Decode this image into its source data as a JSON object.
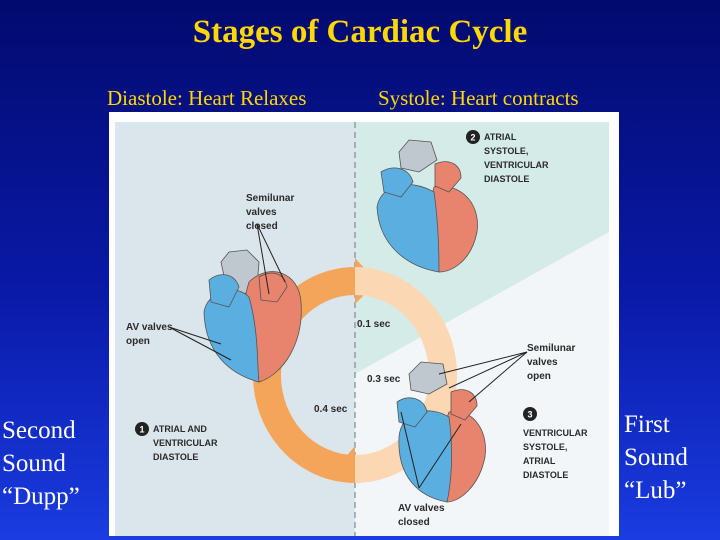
{
  "title": "Stages of Cardiac Cycle",
  "diastole_heading": "Diastole: Heart Relaxes",
  "systole_heading": "Systole: Heart contracts",
  "left_side": [
    "Second",
    "Sound",
    "“Dupp”"
  ],
  "right_side": [
    "First",
    "Sound",
    "“Lub”"
  ],
  "diagram": {
    "stage1": {
      "number": "1",
      "lines": [
        "ATRIAL AND",
        "VENTRICULAR",
        "DIASTOLE"
      ]
    },
    "stage2": {
      "number": "2",
      "lines": [
        "ATRIAL",
        "SYSTOLE,",
        "VENTRICULAR",
        "DIASTOLE"
      ]
    },
    "stage3": {
      "number": "3",
      "lines": [
        "VENTRICULAR",
        "SYSTOLE,",
        "ATRIAL",
        "DIASTOLE"
      ]
    },
    "semilunar_closed": [
      "Semilunar",
      "valves",
      "closed"
    ],
    "semilunar_open": [
      "Semilunar",
      "valves",
      "open"
    ],
    "av_open": [
      "AV valves",
      "open"
    ],
    "av_closed": [
      "AV valves",
      "closed"
    ],
    "time_01": "0.1 sec",
    "time_03": "0.3 sec",
    "time_04": "0.4 sec"
  },
  "colors": {
    "title_yellow": "#ffd800",
    "oxygen_poor_blue": "#5aaee0",
    "oxygen_rich_red": "#e8836e",
    "cycle_orange": "#f5a55a",
    "cycle_light": "#fbd7b4"
  }
}
